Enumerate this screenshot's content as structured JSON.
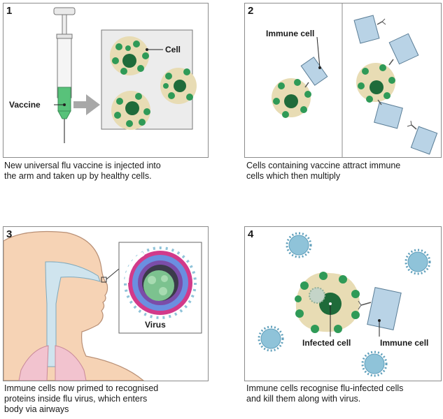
{
  "panels": [
    {
      "number": "1",
      "labels": {
        "vaccine": "Vaccine",
        "cell": "Cell"
      },
      "caption": [
        "New universal flu vaccine is injected into",
        "the arm and taken up by healthy cells."
      ]
    },
    {
      "number": "2",
      "labels": {
        "immune_cell": "Immune cell"
      },
      "caption": [
        "Cells containing vaccine attract immune",
        "cells which then multiply"
      ]
    },
    {
      "number": "3",
      "labels": {
        "virus": "Virus"
      },
      "caption": [
        "Immune cells now primed to recognised",
        "proteins inside flu virus, which enters",
        "body via airways"
      ]
    },
    {
      "number": "4",
      "labels": {
        "infected_cell": "Infected cell",
        "immune_cell": "Immune cell"
      },
      "caption": [
        "Immune cells recognise flu-infected cells",
        "and kill them along with virus."
      ]
    }
  ],
  "colors": {
    "cell_fill": "#e8dcb4",
    "spot": "#2f9a57",
    "nucleus": "#1f6b3a",
    "immune": "#b9d3e6",
    "immune_stroke": "#5a7d96",
    "virus": "#8fc3d9",
    "skin": "#f6d3b5",
    "airway": "#cfe4ee",
    "lung": "#f2c3cf",
    "arrow": "#a8a8a8",
    "vaccine_green": "#58c27a"
  }
}
